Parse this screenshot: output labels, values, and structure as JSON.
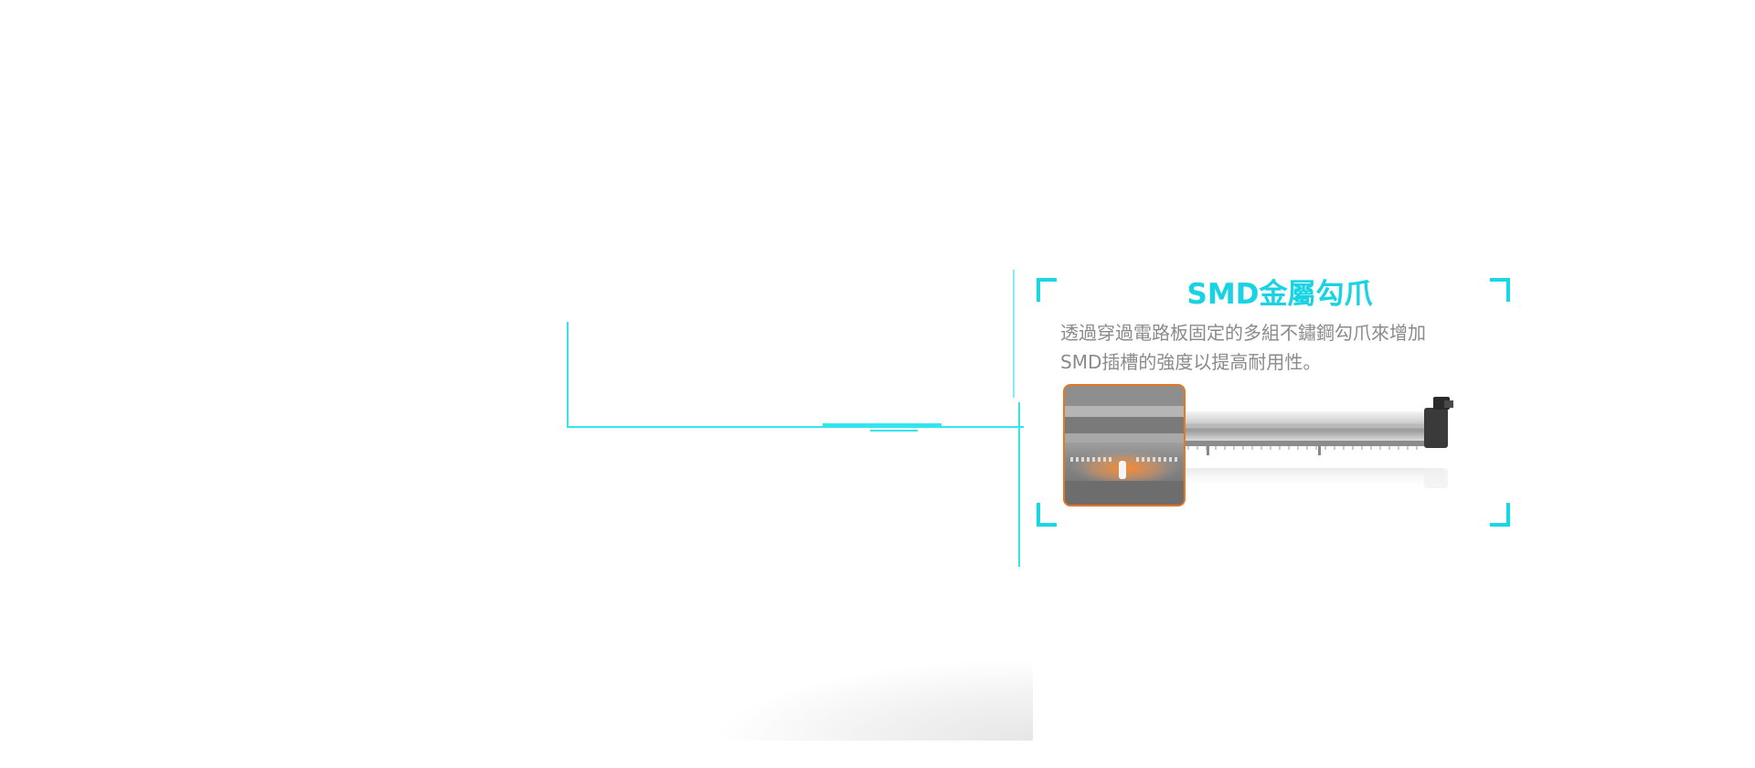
{
  "feature": {
    "title": "SMD金屬勾爪",
    "description_line1": "透過穿過電路板固定的多組不鏽鋼勾爪來增加",
    "description_line2": "SMD插槽的強度以提高耐用性。"
  },
  "colors": {
    "accent": "#17d3e3",
    "leader_line": "#33e6ee",
    "text_gray": "#8a8a8a",
    "zoom_border": "#e87722"
  },
  "icons": {
    "corner_brackets": "corner-bracket-icon",
    "product": "pcie-riser-slot-image",
    "zoom": "metal-hook-closeup-image"
  }
}
